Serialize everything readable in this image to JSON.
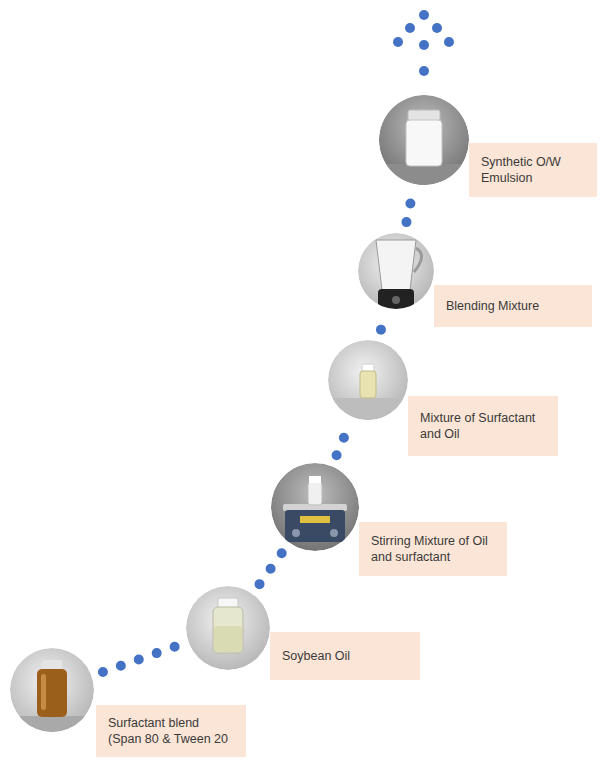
{
  "diagram": {
    "nodes": [
      {
        "text": [
          "Surfactant blend (Span 80 & Tween 20"
        ]
      },
      {
        "text": [
          "Soybean Oil"
        ]
      },
      {
        "text": [
          "Stirring Mixture of Oil and surfactant"
        ]
      },
      {
        "text": [
          "Mixture of Surfactant and Oil"
        ]
      },
      {
        "text": [
          "Blending Mixture"
        ]
      },
      {
        "text": [
          "Synthetic O/W Emulsion"
        ]
      }
    ],
    "edges": [
      {
        "from": 0,
        "to": 1,
        "arrow": "none"
      },
      {
        "from": 1,
        "to": 2,
        "arrow": "none"
      },
      {
        "from": 2,
        "to": 3,
        "arrow": "none"
      },
      {
        "from": 3,
        "to": 4,
        "arrow": "none"
      },
      {
        "from": 4,
        "to": 5,
        "arrow": "none"
      }
    ]
  }
}
